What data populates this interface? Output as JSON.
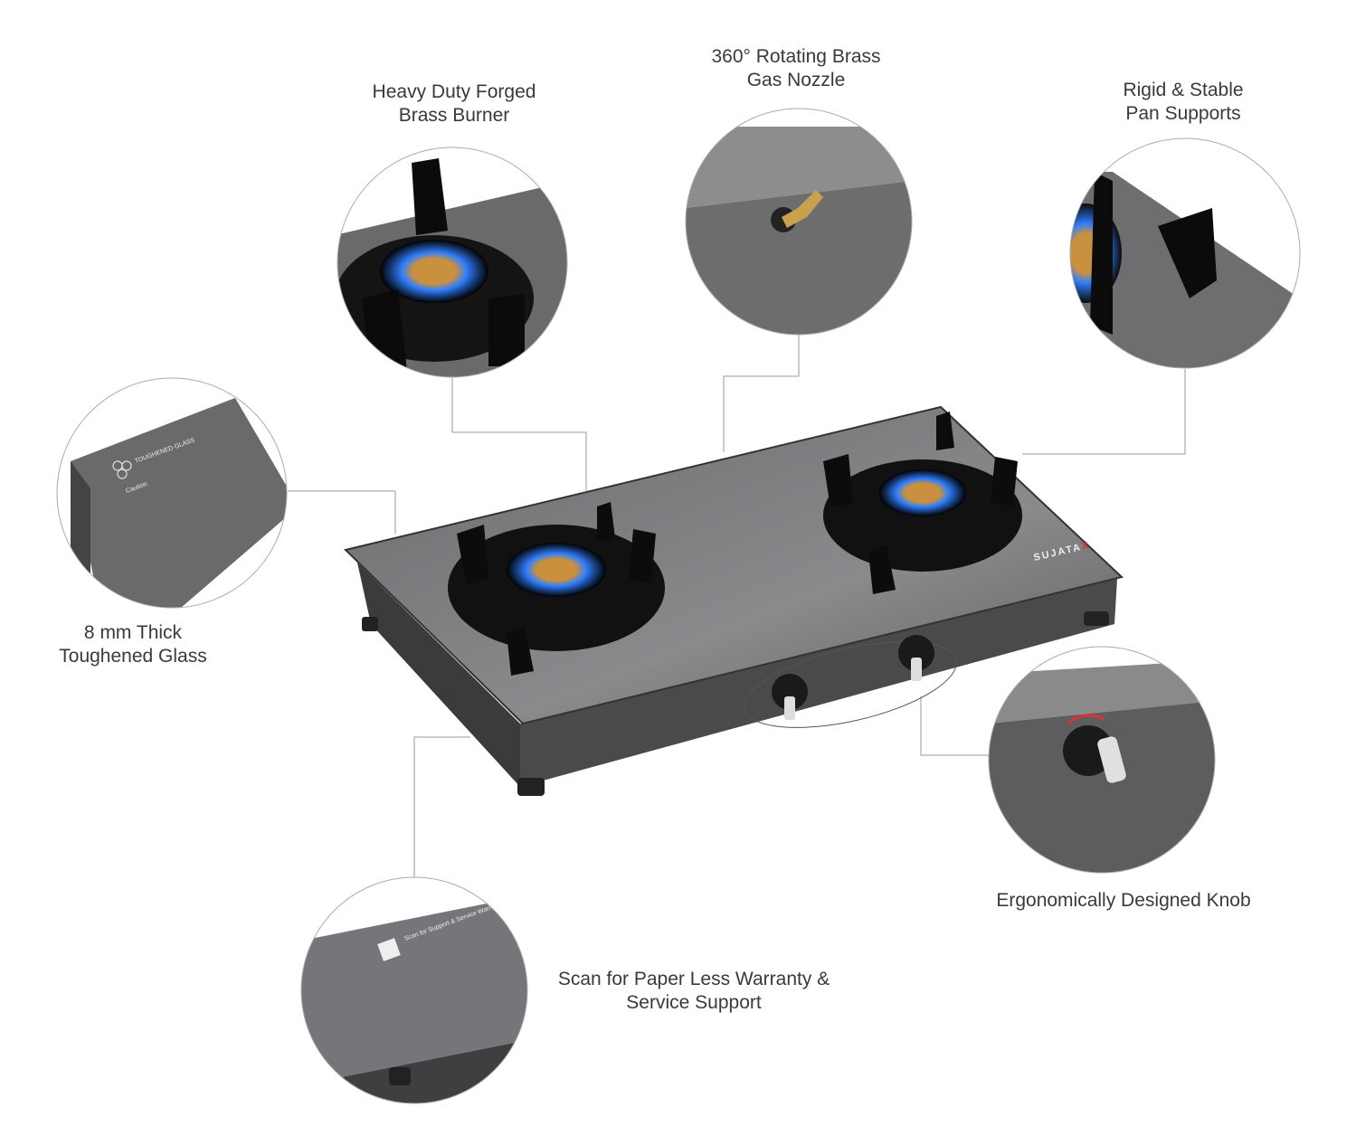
{
  "features": [
    {
      "id": "burner",
      "lines": [
        "Heavy Duty Forged",
        "Brass Burner"
      ]
    },
    {
      "id": "nozzle",
      "lines": [
        "360° Rotating Brass",
        "Gas Nozzle"
      ]
    },
    {
      "id": "pan-supports",
      "lines": [
        "Rigid & Stable",
        "Pan Supports"
      ]
    },
    {
      "id": "glass",
      "lines": [
        "8 mm Thick",
        "Toughened Glass"
      ]
    },
    {
      "id": "knob",
      "lines": [
        "Ergonomically Designed Knob"
      ]
    },
    {
      "id": "warranty",
      "lines": [
        "Scan for Paper Less Warranty &",
        "Service Support"
      ]
    }
  ],
  "product": {
    "brand": "SUJATA",
    "brand_mark": "X",
    "glass_badge": "TOUGHENED GLASS",
    "caution_title": "Caution:",
    "qr_caption": "Scan for Support & Service Warranty Registration"
  },
  "colors": {
    "text": "#3a3a3a",
    "leader": "#9a9a9a",
    "glass": "#5a5a5c",
    "flame": "#2f7fff",
    "brass": "#c9913e"
  }
}
